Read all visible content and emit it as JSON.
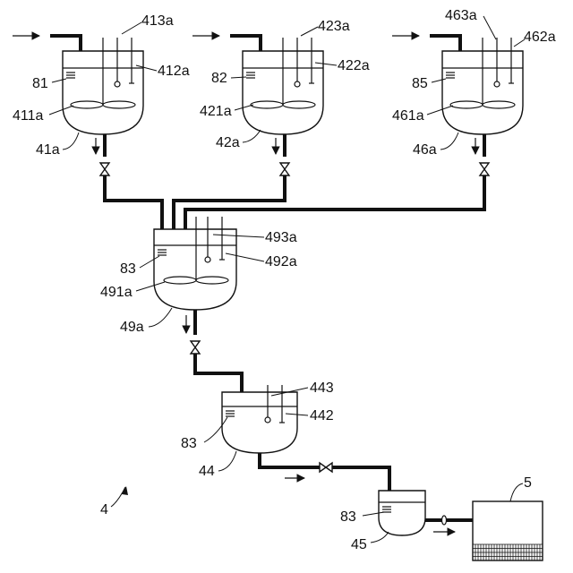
{
  "figure_number": "4",
  "tanks": {
    "tank_41a": {
      "label": "41a",
      "liquid": "81",
      "impeller": "411a",
      "probe_a": "412a",
      "probe_b": "413a"
    },
    "tank_42a": {
      "label": "42a",
      "liquid": "82",
      "impeller": "421a",
      "probe_a": "422a",
      "probe_b": "423a"
    },
    "tank_46a": {
      "label": "46a",
      "liquid": "85",
      "impeller": "461a",
      "probe_a": "462a",
      "probe_b": "463a"
    },
    "tank_49a": {
      "label": "49a",
      "liquid": "83",
      "impeller": "491a",
      "probe_a": "492a",
      "probe_b": "493a"
    },
    "tank_44": {
      "label": "44",
      "liquid": "83",
      "probe_a": "442",
      "probe_b": "443"
    },
    "tank_45": {
      "label": "45",
      "liquid": "83"
    }
  },
  "device_5": {
    "label": "5"
  }
}
